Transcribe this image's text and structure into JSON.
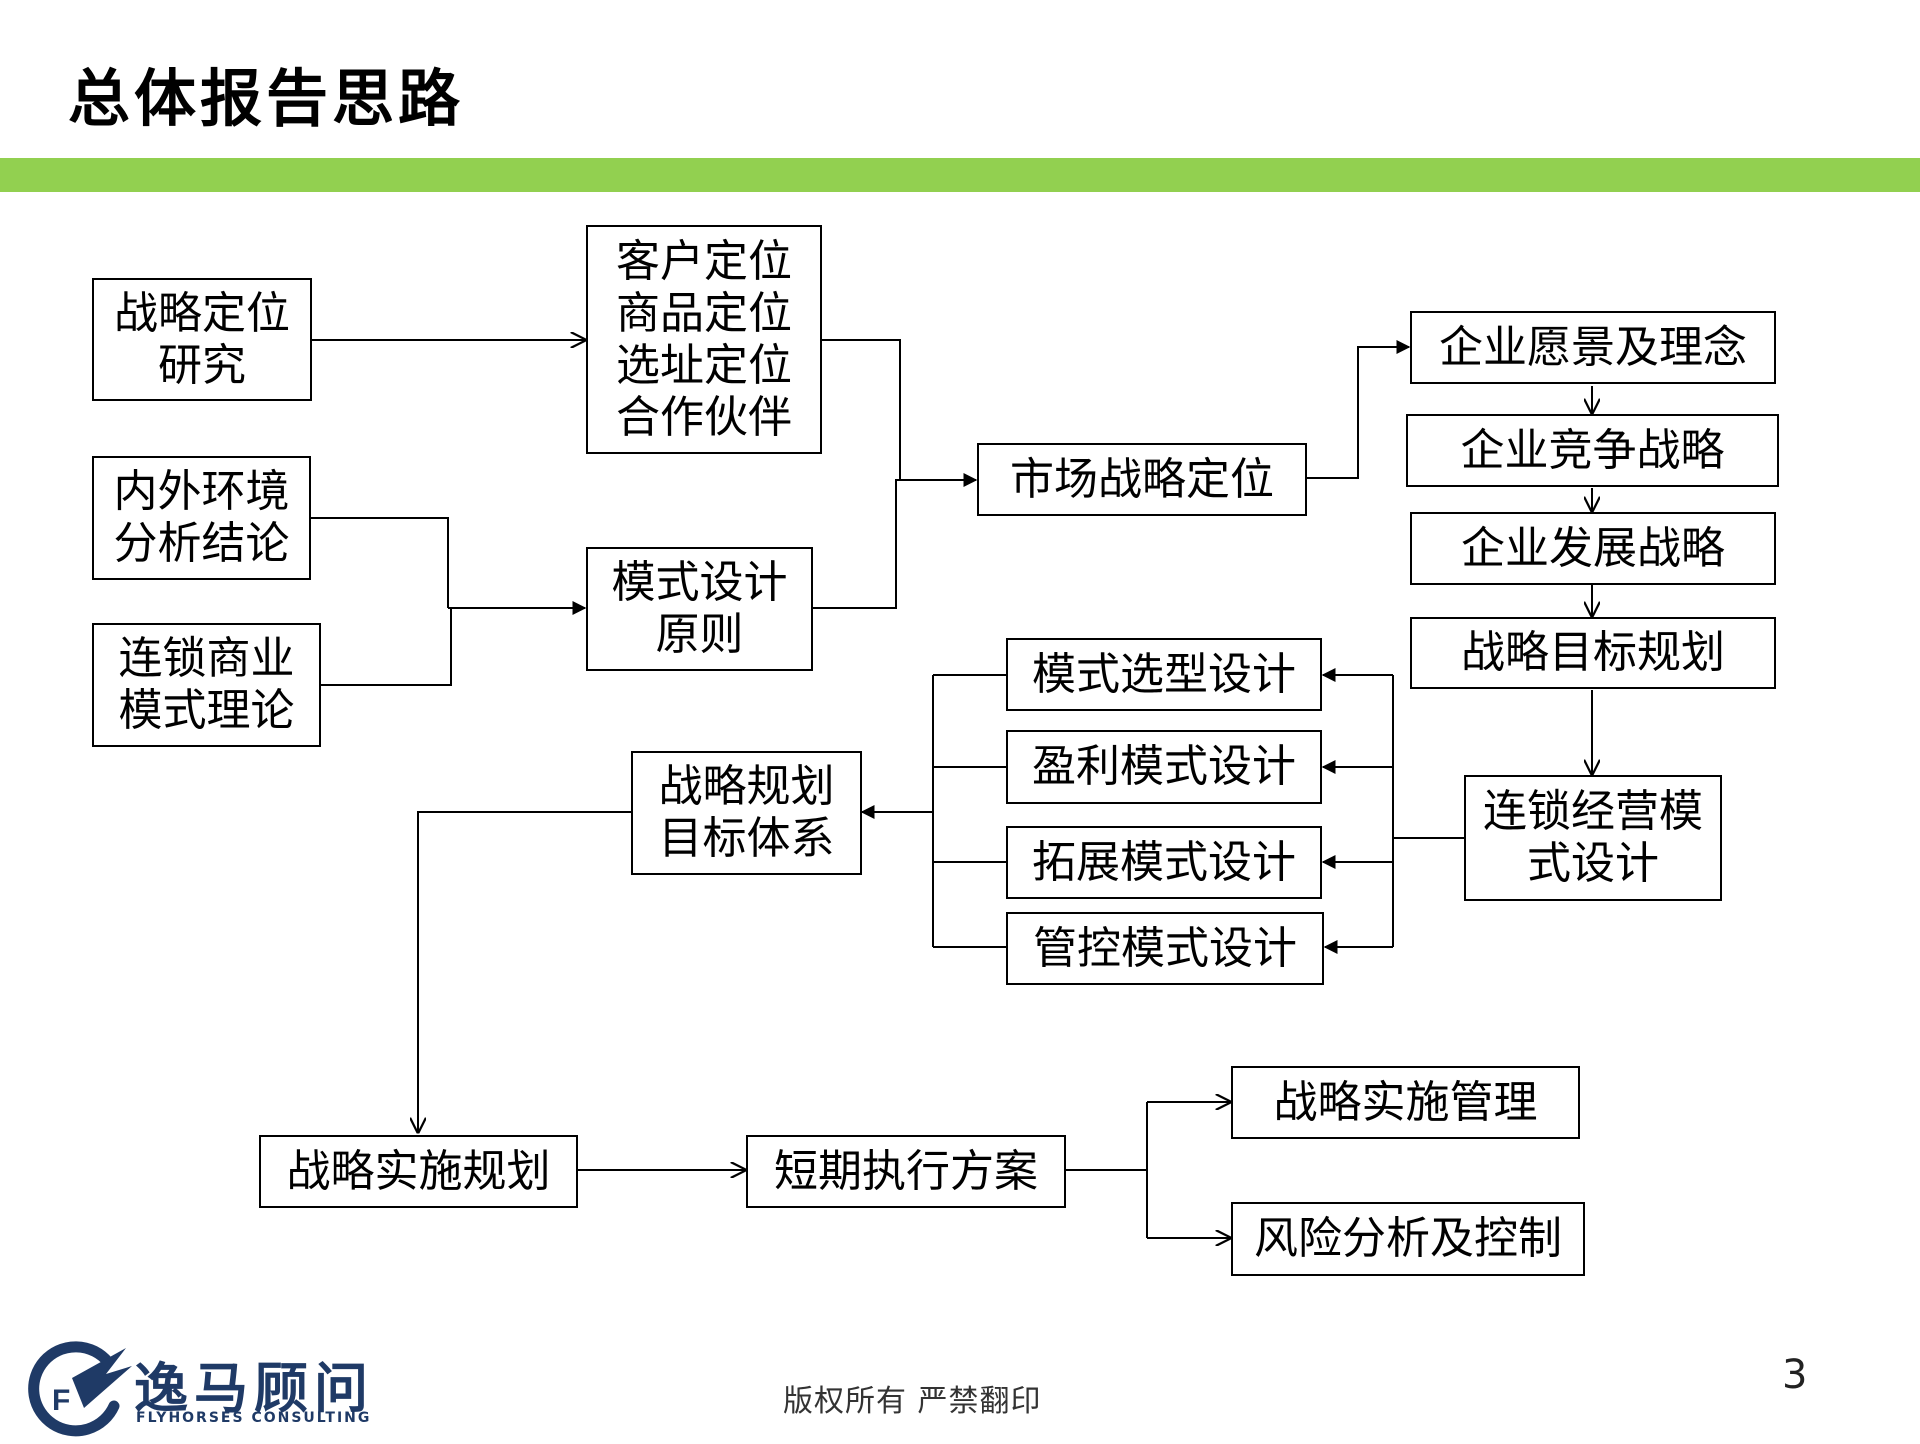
{
  "page": {
    "title": "总体报告思路",
    "band_color": "#92d050",
    "footer": "版权所有 严禁翻印",
    "page_number": "3"
  },
  "logo": {
    "name": "逸马顾问",
    "subtitle": "FLYHORSES CONSULTING",
    "mark_letter": "F"
  },
  "nodes": {
    "strategy_research": "战略定位\n研究",
    "positioning": "客户定位\n商品定位\n选址定位\n合作伙伴",
    "env_analysis": "内外环境\n分析结论",
    "chain_theory": "连锁商业\n模式理论",
    "mode_principle": "模式设计\n原则",
    "market_strategy": "市场战略定位",
    "vision": "企业愿景及理念",
    "competition": "企业竞争战略",
    "development": "企业发展战略",
    "goal_plan": "战略目标规划",
    "chain_mode": "连锁经营模\n式设计",
    "mode_select": "模式选型设计",
    "profit_mode": "盈利模式设计",
    "expand_mode": "拓展模式设计",
    "control_mode": "管控模式设计",
    "goal_system": "战略规划\n目标体系",
    "implement_plan": "战略实施规划",
    "short_term": "短期执行方案",
    "implement_mgmt": "战略实施管理",
    "risk_control": "风险分析及控制"
  }
}
